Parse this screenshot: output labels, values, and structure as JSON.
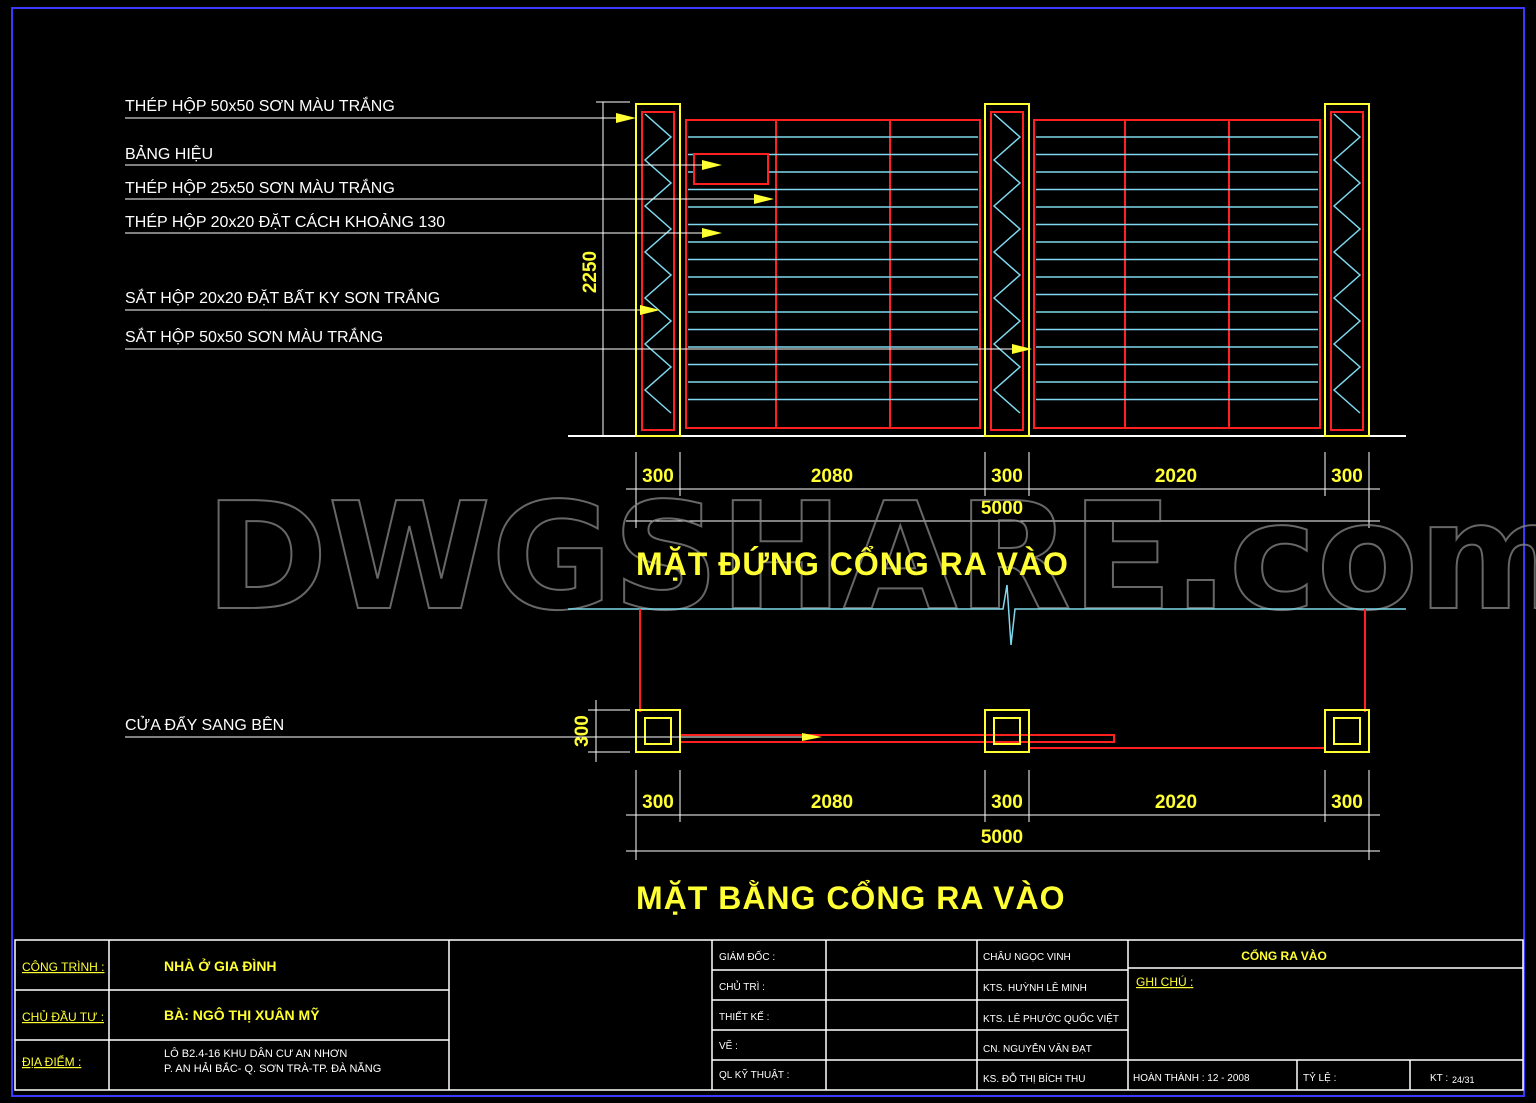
{
  "watermark": "DWGSHARE.com",
  "elevation": {
    "title": "MẶT ĐỨNG CỔNG RA VÀO",
    "height_dim": "2250",
    "labels": [
      "THÉP HỘP 50x50 SƠN MÀU TRẮNG",
      "BẢNG HIỆU",
      "THÉP HỘP 25x50 SƠN MÀU TRẮNG",
      "THÉP HỘP 20x20 ĐẶT CÁCH KHOẢNG 130",
      "SẮT HỘP 20x20 ĐẶT BẤT KY SƠN TRẮNG",
      "SẮT HỘP 50x50 SƠN MÀU TRẮNG"
    ],
    "dims": [
      "300",
      "2080",
      "300",
      "2020",
      "300"
    ],
    "total": "5000"
  },
  "plan": {
    "title": "MẶT BẰNG CỔNG RA VÀO",
    "side_dim": "300",
    "label": "CỬA ĐẨY SANG BÊN",
    "dims": [
      "300",
      "2080",
      "300",
      "2020",
      "300"
    ],
    "total": "5000"
  },
  "title_block": {
    "project_label": "CÔNG TRÌNH :",
    "project_value": "NHÀ Ở GIA ĐÌNH",
    "owner_label": "CHỦ ĐẦU TƯ :",
    "owner_value": "BÀ: NGÔ THỊ XUÂN MỸ",
    "location_label": "ĐỊA ĐIỂM :",
    "location_line1": "LÔ B2.4-16 KHU DÂN CƯ AN NHƠN",
    "location_line2": "P. AN HẢI BẮC- Q. SƠN TRÀ-TP. ĐÀ NẴNG",
    "roles": [
      "GIÁM ĐỐC :",
      "CHỦ TRÌ :",
      "THIẾT KẾ :",
      "VẼ :",
      "QL KỸ THUẬT :"
    ],
    "names": [
      "CHÂU NGỌC VINH",
      "KTS. HUỲNH LÊ MINH",
      "KTS. LÊ PHƯỚC QUỐC VIỆT",
      "CN. NGUYỄN VĂN ĐẠT",
      "KS. ĐỖ THỊ BÍCH THU"
    ],
    "sheet_title": "CỔNG RA VÀO",
    "notes_label": "GHI CHÚ :",
    "completed": "HOÀN THÀNH : 12 - 2008",
    "scale_label": "TỶ LỆ :",
    "sheet_label": "KT :",
    "sheet_no": "24/31"
  },
  "colors": {
    "frame": "#ffff33",
    "gate": "#ff2020",
    "bars": "#7fd8ee",
    "leader": "#ffffff",
    "border": "#3a3aff"
  }
}
